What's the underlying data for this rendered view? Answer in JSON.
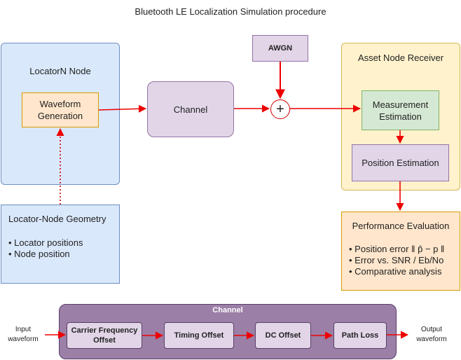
{
  "title": "Bluetooth LE Localization Simulation procedure",
  "locator": {
    "label": "LocatorN Node",
    "waveform": "Waveform Generation"
  },
  "channel": {
    "label": "Channel"
  },
  "awgn": {
    "label": "AWGN"
  },
  "sum": {
    "symbol": "+"
  },
  "asset": {
    "label": "Asset Node Receiver",
    "measurement": "Measurement Estimation",
    "position": "Position Estimation"
  },
  "geometry": {
    "title": "Locator-Node Geometry",
    "items": [
      "• Locator positions",
      "• Node position"
    ]
  },
  "performance": {
    "title": "Performance Evaluation",
    "items": [
      "• Position error  ‖ p̂ − p ‖",
      "• Error vs. SNR / Eb/No",
      "• Comparative analysis"
    ]
  },
  "channel_chain": {
    "title": "Channel",
    "input": "Input waveform",
    "output": "Output waveform",
    "stages": [
      "Carrier Frequency Offset",
      "Timing Offset",
      "DC Offset",
      "Path Loss"
    ]
  },
  "colors": {
    "arrow": "#ee0000",
    "dotted_link": "#cc0000"
  }
}
